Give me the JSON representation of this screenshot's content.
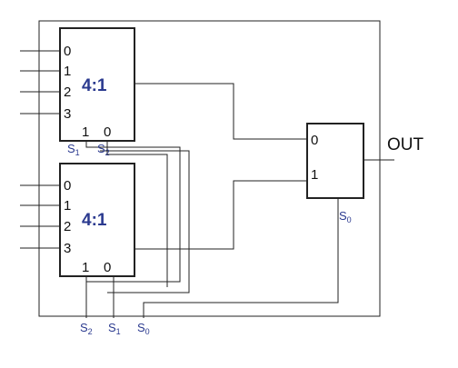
{
  "mux_top": {
    "label": "4:1",
    "inputs": [
      "0",
      "1",
      "2",
      "3"
    ],
    "select_pins": [
      "1",
      "0"
    ],
    "select_labels": [
      {
        "main": "S",
        "sub": "1"
      },
      {
        "main": "S",
        "sub": "2"
      }
    ]
  },
  "mux_bottom": {
    "label": "4:1",
    "inputs": [
      "0",
      "1",
      "2",
      "3"
    ],
    "select_pins": [
      "1",
      "0"
    ]
  },
  "mux_final": {
    "inputs": [
      "0",
      "1"
    ],
    "select_label": {
      "main": "S",
      "sub": "0"
    },
    "output_label": "OUT"
  },
  "external_selects": [
    {
      "main": "S",
      "sub": "2"
    },
    {
      "main": "S",
      "sub": "1"
    },
    {
      "main": "S",
      "sub": "0"
    }
  ],
  "colors": {
    "line": "#222222",
    "accent": "#2b3a8f"
  }
}
